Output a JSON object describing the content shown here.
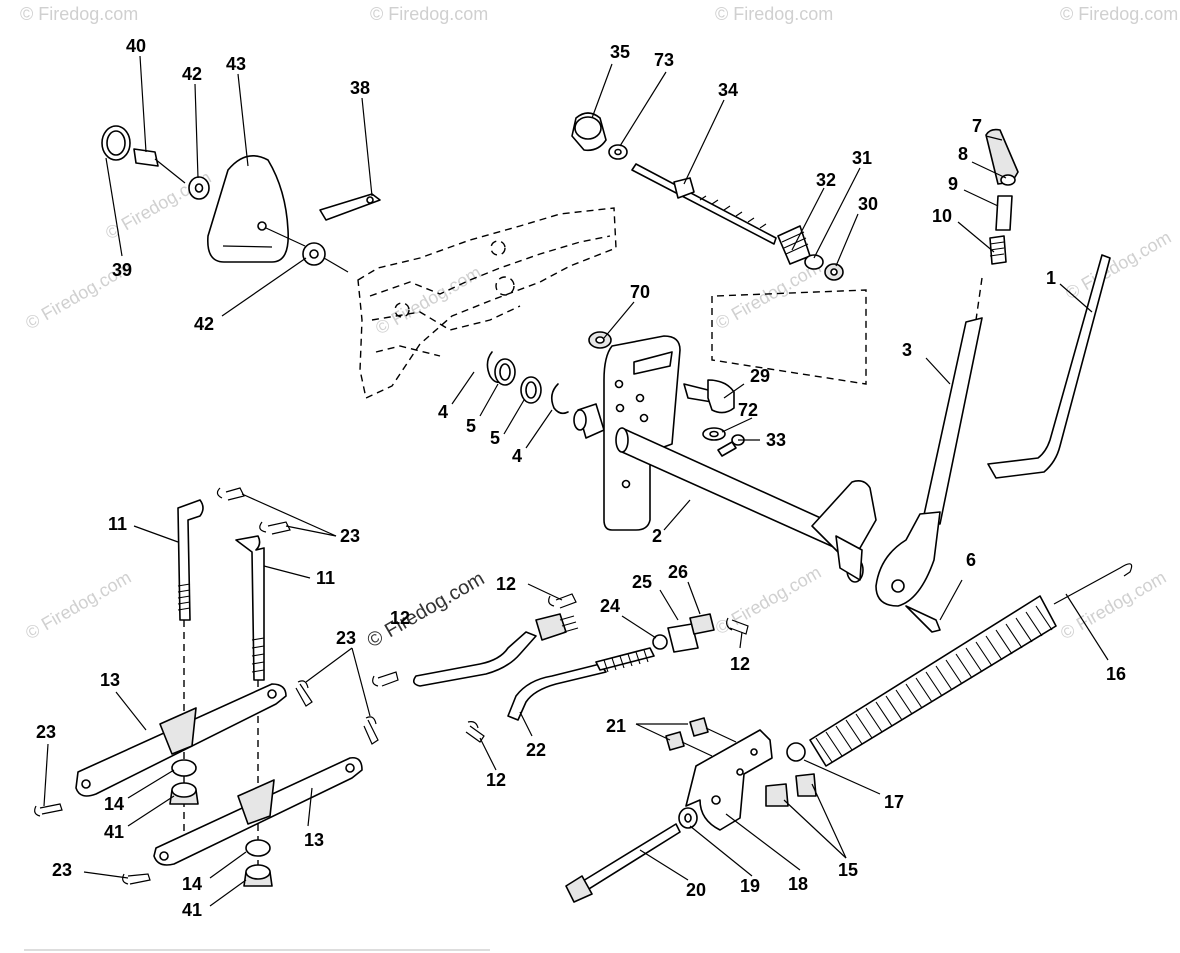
{
  "watermark": {
    "text": "© Firedog.com",
    "overlay": "© Firedog.com"
  },
  "callouts": [
    "40",
    "42",
    "43",
    "38",
    "39",
    "42",
    "35",
    "73",
    "34",
    "7",
    "8",
    "9",
    "10",
    "31",
    "32",
    "30",
    "1",
    "3",
    "70",
    "29",
    "72",
    "33",
    "4",
    "5",
    "5",
    "4",
    "2",
    "11",
    "23",
    "11",
    "23",
    "12",
    "25",
    "26",
    "24",
    "12",
    "12",
    "6",
    "16",
    "13",
    "23",
    "23",
    "14",
    "41",
    "13",
    "22",
    "12",
    "21",
    "17",
    "23",
    "14",
    "41",
    "15",
    "19",
    "18",
    "20"
  ]
}
